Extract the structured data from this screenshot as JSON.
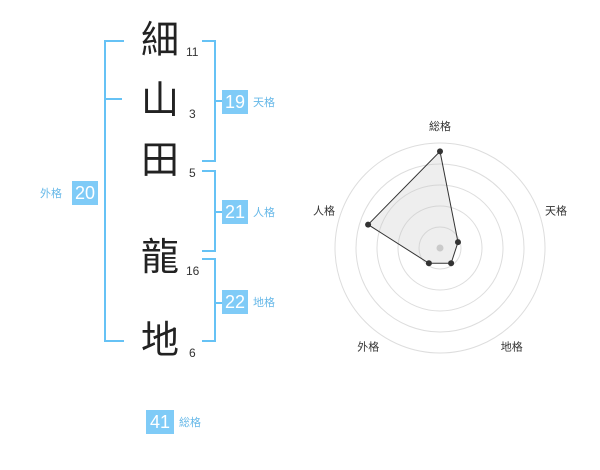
{
  "name": {
    "chars": [
      {
        "char": "細",
        "strokes": "11"
      },
      {
        "char": "山",
        "strokes": "3"
      },
      {
        "char": "田",
        "strokes": "5"
      },
      {
        "char": "龍",
        "strokes": "16"
      },
      {
        "char": "地",
        "strokes": "6"
      }
    ]
  },
  "scores": {
    "tenkaku": {
      "value": "19",
      "label": "天格"
    },
    "jinkaku": {
      "value": "21",
      "label": "人格"
    },
    "chikaku": {
      "value": "22",
      "label": "地格"
    },
    "gaikaku": {
      "value": "20",
      "label": "外格"
    },
    "soukaku": {
      "value": "41",
      "label": "総格"
    }
  },
  "colors": {
    "accent": "#7fcbf7",
    "bracket": "#66c2f5"
  },
  "chart_data": {
    "type": "radar",
    "axes": [
      "総格",
      "天格",
      "地格",
      "外格",
      "人格"
    ],
    "values": [
      0.92,
      0.18,
      0.18,
      0.18,
      0.72
    ],
    "rings": 5,
    "grid": true
  }
}
